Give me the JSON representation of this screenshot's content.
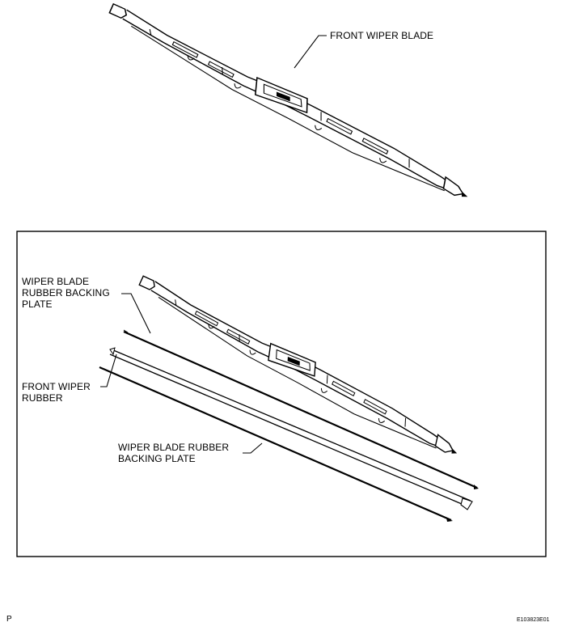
{
  "labels": {
    "front_wiper_blade": "FRONT WIPER BLADE",
    "backing_plate_top": [
      "WIPER BLADE",
      "RUBBER BACKING",
      "PLATE"
    ],
    "front_wiper_rubber": [
      "FRONT WIPER",
      "RUBBER"
    ],
    "backing_plate_bottom": [
      "WIPER BLADE RUBBER",
      "BACKING PLATE"
    ]
  },
  "footer": {
    "page_mark": "P",
    "figure_code": "E103823E01"
  }
}
